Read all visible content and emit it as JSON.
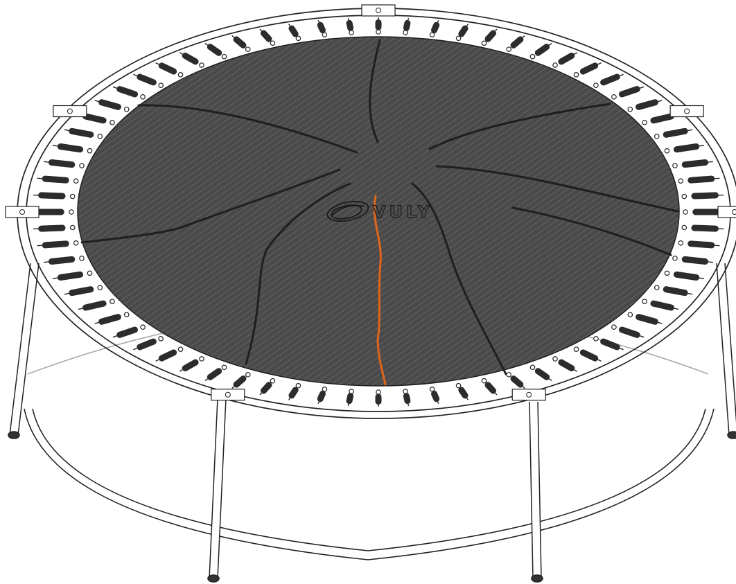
{
  "diagram": {
    "logo": {
      "text": "VULY",
      "icon": "vuly-swoosh-icon"
    },
    "colors": {
      "background": "#ffffff",
      "mat": "#4a4a4a",
      "mat_hatch": "#6a6a6a",
      "seam_lines": "#1f1f1f",
      "highlight_seam": "#e0661b",
      "frame": "#222222",
      "spring": "#2c2c2c"
    },
    "components": {
      "mat_seam_count": 9,
      "highlighted_seam_count": 1,
      "spring_count": 72,
      "leg_count": 4,
      "leg_bracket_count": 7
    }
  }
}
